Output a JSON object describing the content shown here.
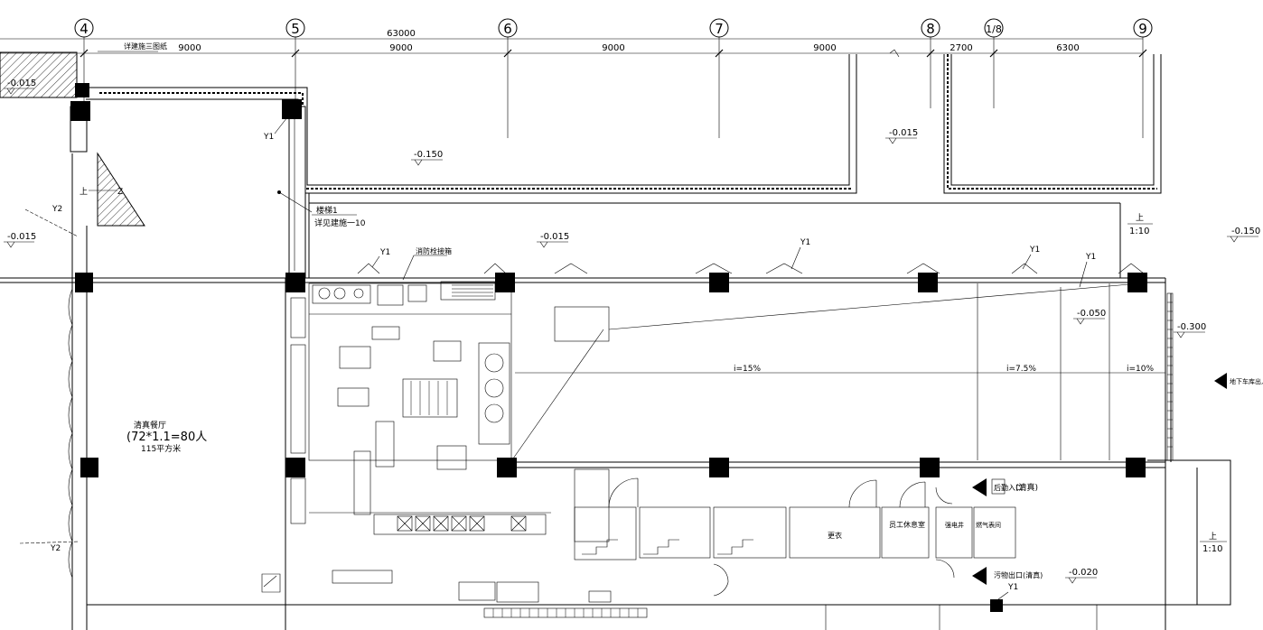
{
  "grid_axes": [
    "4",
    "5",
    "6",
    "7",
    "8",
    "1/8",
    "9"
  ],
  "dimensions": {
    "total": "63000",
    "spans": [
      "9000",
      "9000",
      "9000",
      "9000",
      "2700",
      "6300"
    ]
  },
  "elevations": {
    "e1": "-0.015",
    "e2": "-0.150",
    "e3": "-0.015",
    "e4": "-0.015",
    "e5": "-0.015",
    "e6": "-0.150",
    "e7": "-0.050",
    "e8": "-0.300",
    "e9": "-0.020"
  },
  "labels": {
    "see_stair_drawing": "详建施三图纸",
    "stair1": "楼梯1",
    "see_detail": "详见建施一10",
    "fire_hydrant": "消防栓接箱",
    "dining_hall": "清真餐厅",
    "dining_calc": "(72*1.1=80人",
    "dining_area": "115平方米",
    "slope1": "i=15%",
    "slope2": "i=7.5%",
    "slope3": "i=10%",
    "garage_entry": "地下车库出入口",
    "dressing": "更衣",
    "staff_rest": "员工休息室",
    "elec_well": "强电井",
    "gas_room": "燃气表间",
    "goods_entry": "后勤入口",
    "halal1": "(清真)",
    "dirt_exit": "污物出口(清真)",
    "halal2": "",
    "ramp_ratio1": "1:10",
    "ramp_ratio2": "1:10",
    "up1": "上",
    "up2": "上",
    "up3": "上",
    "down": "Z"
  },
  "rain_pipes": {
    "y1a": "Y1",
    "y1b": "Y1",
    "y1c": "Y1",
    "y1d": "Y1",
    "y1e": "Y1",
    "y1f": "Y1",
    "y2a": "Y2",
    "y2b": "Y2"
  }
}
